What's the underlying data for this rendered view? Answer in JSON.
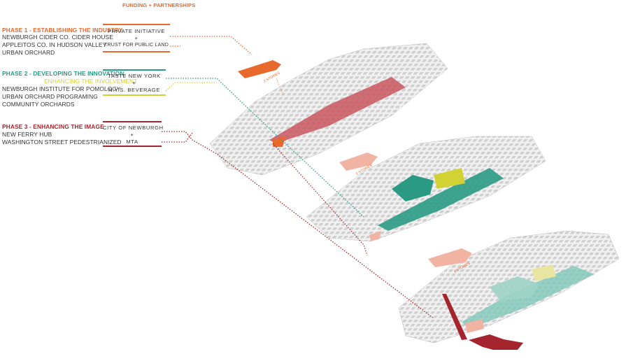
{
  "header": {
    "label": "FUNDING + PARTNERSHIPS"
  },
  "phases": [
    {
      "title": "PHASE 1 - ESTABLISHING THE INDUSTRY",
      "items": [
        "NEWBURGH CIDER CO. CIDER HOUSE",
        "APPLEITOS CO.  IN  HUDSON VALLEY",
        "URBAN ORCHARD"
      ],
      "partner_top": "PRIVATE INITIATIVE",
      "partner_plus": "+",
      "partner_bottom": "TRUST FOR PUBLIC LAND"
    },
    {
      "title": "PHASE 2 - DEVELOPING THE INNOVATION",
      "subtitle": "ENHANCING THE INVOLVEMENT",
      "items": [
        "NEWBURGH INSTITUTE FOR POMOLOGY",
        "URBAN ORCHARD PROGRAMING",
        "COMMUNITY ORCHARDS"
      ],
      "partner_top": "TASTE NEW YORK",
      "partner_plus": "+",
      "partner_bottom": "N.Y.S.  BEVERAGE"
    },
    {
      "title": "PHASE 3 - ENHANCING THE IMAGE",
      "items": [
        "NEW FERRY HUB",
        "WASHINGTON STREET PEDESTRIANIZED"
      ],
      "partner_top": "CITY OF NEWBURGH",
      "partner_plus": "+",
      "partner_bottom": "MTA"
    }
  ],
  "map_labels": {
    "stories_1": "2 STORIES",
    "stories_2": "2 STORIES",
    "stories_3": "2 STORIES"
  },
  "colors": {
    "orange": "#e8692c",
    "teal": "#2a9a84",
    "yellow": "#d2d234",
    "red": "#a4252d",
    "pink": "#f2b4a2",
    "building": "#d4d4d4"
  }
}
